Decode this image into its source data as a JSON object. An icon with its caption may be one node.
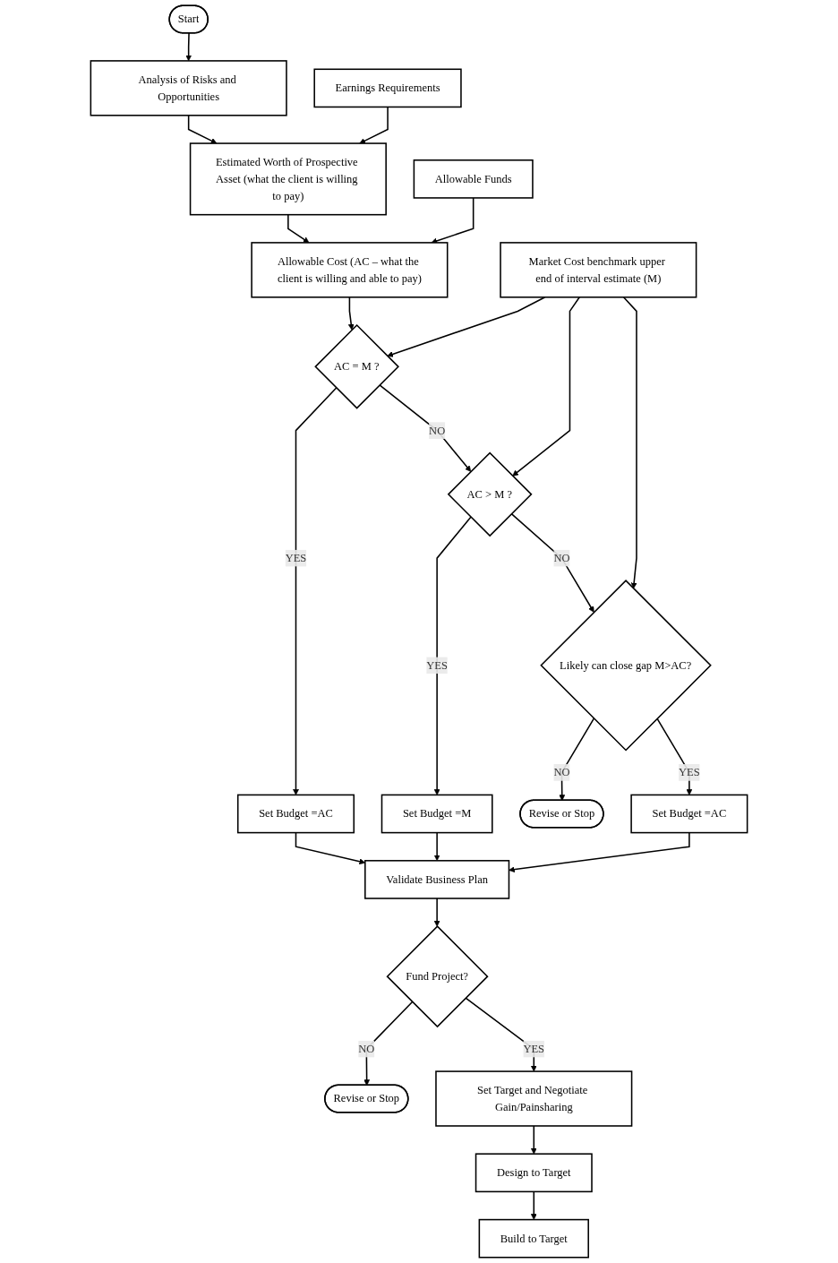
{
  "diagram": {
    "nodes": [
      {
        "text": [
          "Start"
        ]
      },
      {
        "text": [
          "Analysis of Risks and Opportunities"
        ]
      },
      {
        "text": [
          "Earnings Requirements"
        ]
      },
      {
        "text": [
          "Estimated Worth of Prospective Asset (what the client is willing to pay)"
        ]
      },
      {
        "text": [
          "Allowable Funds"
        ]
      },
      {
        "text": [
          "Allowable Cost (AC – what the client is willing and able to pay)"
        ]
      },
      {
        "text": [
          "Market Cost benchmark upper end of interval estimate (M)"
        ]
      },
      {
        "text": [
          "AC = M ?"
        ]
      },
      {
        "text": [
          "Set Budget =AC"
        ]
      },
      {
        "text": [
          "AC > M ?"
        ]
      },
      {
        "text": [
          "Set Budget =M"
        ]
      },
      {
        "text": [
          "Likely can close gap M>AC?"
        ]
      },
      {
        "text": [
          "Revise or Stop"
        ]
      },
      {
        "text": [
          "Set Budget =AC"
        ]
      },
      {
        "text": [
          "Validate Business Plan"
        ]
      },
      {
        "text": [
          "Revise or Stop"
        ]
      },
      {
        "text": [
          "Fund Project?"
        ]
      },
      {
        "text": [
          "Set Target and Negotiate Gain/Painsharing"
        ]
      },
      {
        "text": [
          "Design to Target"
        ]
      },
      {
        "text": [
          "Build to Target"
        ]
      }
    ],
    "edges": [
      {
        "from": 0,
        "to": 1,
        "arrow": "to"
      },
      {
        "from": 1,
        "to": 3,
        "arrow": "to"
      },
      {
        "from": 2,
        "to": 3,
        "arrow": "to"
      },
      {
        "from": 3,
        "to": 5,
        "arrow": "to"
      },
      {
        "from": 4,
        "to": 5,
        "arrow": "to"
      },
      {
        "from": 5,
        "to": 7,
        "arrow": "to"
      },
      {
        "from": 6,
        "to": 7,
        "arrow": "to"
      },
      {
        "from": 6,
        "to": 9,
        "arrow": "to"
      },
      {
        "from": 6,
        "to": 11,
        "arrow": "to"
      },
      {
        "from": 7,
        "to": 8,
        "arrow": "to",
        "label": "YES"
      },
      {
        "from": 7,
        "to": 9,
        "arrow": "to",
        "label": "NO"
      },
      {
        "from": 9,
        "to": 10,
        "arrow": "to",
        "label": "YES"
      },
      {
        "from": 9,
        "to": 11,
        "arrow": "to",
        "label": "NO"
      },
      {
        "from": 11,
        "to": 12,
        "arrow": "to",
        "label": "NO"
      },
      {
        "from": 11,
        "to": 13,
        "arrow": "to",
        "label": "YES"
      },
      {
        "from": 8,
        "to": 14,
        "arrow": "to"
      },
      {
        "from": 10,
        "to": 14,
        "arrow": "to"
      },
      {
        "from": 13,
        "to": 14,
        "arrow": "to"
      },
      {
        "from": 14,
        "to": 16,
        "arrow": "to"
      },
      {
        "from": 16,
        "to": 15,
        "arrow": "to",
        "label": "NO"
      },
      {
        "from": 16,
        "to": 17,
        "arrow": "to",
        "label": "YES"
      },
      {
        "from": 17,
        "to": 18,
        "arrow": "to"
      },
      {
        "from": 18,
        "to": 19,
        "arrow": "to"
      }
    ]
  }
}
